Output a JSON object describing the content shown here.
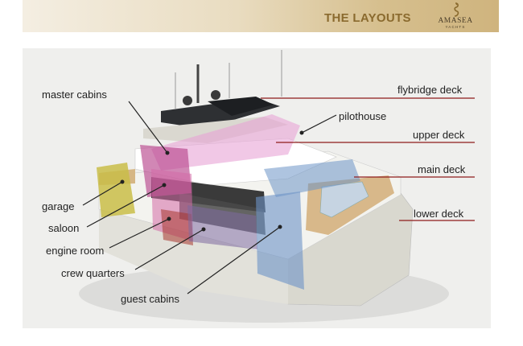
{
  "header": {
    "title": "THE LAYOUTS",
    "brand_name": "AMASEA",
    "brand_sub": "YACHTS",
    "gold": "#8a6a2e"
  },
  "labels": {
    "master_cabins": "master cabins",
    "garage": "garage",
    "saloon": "saloon",
    "engine_room": "engine room",
    "crew_quarters": "crew quarters",
    "guest_cabins": "guest cabins",
    "flybridge_deck": "flybridge deck",
    "pilothouse": "pilothouse",
    "upper_deck": "upper deck",
    "main_deck": "main deck",
    "lower_deck": "lower deck"
  },
  "colors": {
    "leader_red": "#8e1b1b",
    "leader_black": "#222222",
    "zone_pink": "#e7a3d6",
    "zone_magenta": "#b8468e",
    "zone_yellow": "#c9bd48",
    "zone_blue": "#6c93c7",
    "zone_purple": "#7d6aa0"
  }
}
